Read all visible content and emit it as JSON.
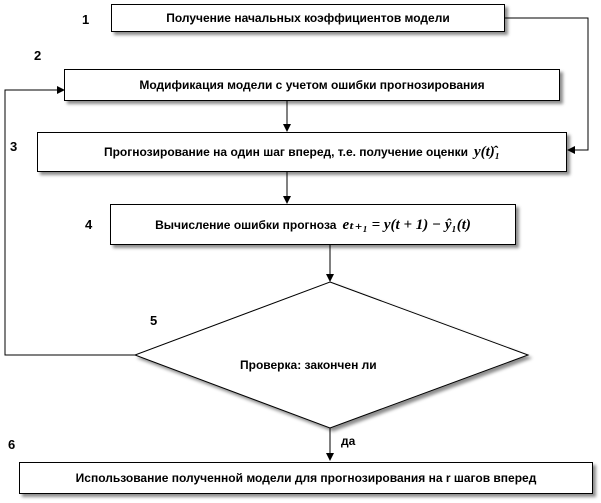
{
  "steps": [
    {
      "number": "1",
      "text": "Получение начальных коэффициентов модели",
      "formula": ""
    },
    {
      "number": "2",
      "text": "Модификация модели с учетом ошибки прогнозирования",
      "formula": ""
    },
    {
      "number": "3",
      "text": "Прогнозирование на один шаг вперед, т.е. получение оценки",
      "formula": "y(t)̂₁"
    },
    {
      "number": "4",
      "text": "Вычисление ошибки прогноза",
      "formula": "eₜ₊₁ = y(t + 1) − ŷ₁(t)"
    },
    {
      "number": "5",
      "text": "Проверка: закончен ли",
      "formula": ""
    },
    {
      "number": "6",
      "text": "Использование полученной модели для прогнозирования на r шагов вперед",
      "formula": ""
    }
  ],
  "edge_labels": {
    "yes": "да"
  }
}
